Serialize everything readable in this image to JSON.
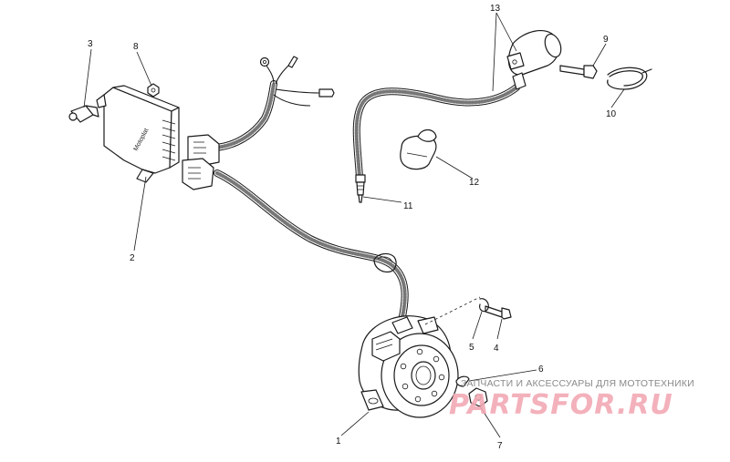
{
  "callouts": {
    "c1": "1",
    "c2": "2",
    "c3": "3",
    "c4": "4",
    "c5": "5",
    "c6": "6",
    "c7": "7",
    "c8": "8",
    "c9": "9",
    "c10": "10",
    "c11": "11",
    "c12": "12",
    "c13": "13"
  },
  "watermark": {
    "tagline": "ЗАПЧАСТИ И АКСЕССУАРЫ ДЛЯ МОТОТЕХНИКИ",
    "logo": "PARTSFOR.RU",
    "logo_color": "#f2a9b4"
  },
  "cdi_label": "Motoplat"
}
